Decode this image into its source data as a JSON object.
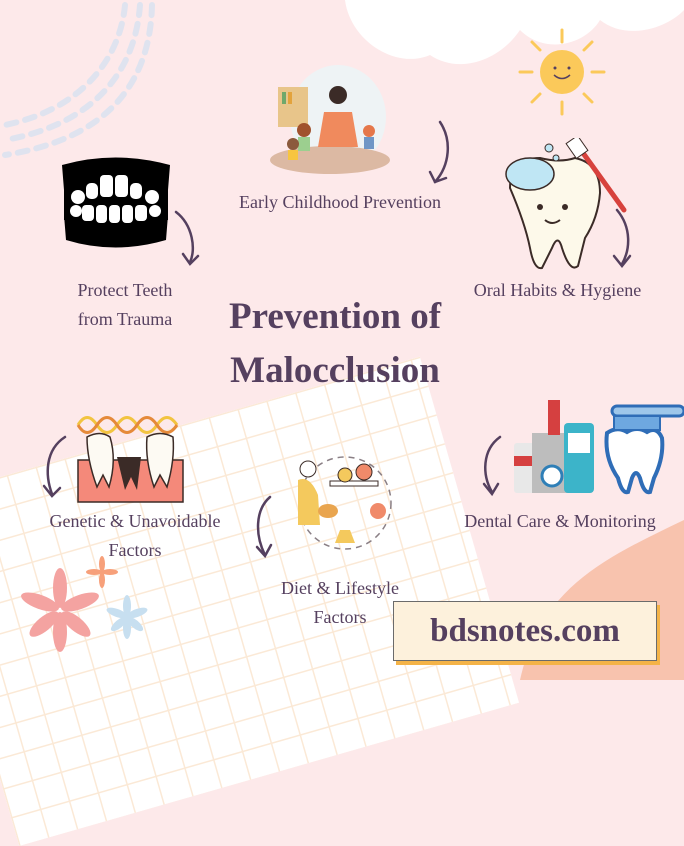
{
  "title": {
    "line1": "Prevention of",
    "line2": "Malocclusion"
  },
  "items": [
    {
      "label": "Early Childhood Prevention",
      "icon": "teacher-children-icon"
    },
    {
      "label": "Oral Habits & Hygiene",
      "icon": "tooth-brushing-icon"
    },
    {
      "label": "Dental Care & Monitoring",
      "icon": "dental-products-icon"
    },
    {
      "label_line1": "Diet & Lifestyle",
      "label_line2": "Factors",
      "icon": "diet-scale-icon"
    },
    {
      "label_line1": "Genetic & Unavoidable",
      "label_line2": "Factors",
      "icon": "dna-teeth-icon"
    },
    {
      "label_line1": "Protect Teeth",
      "label_line2": "from Trauma",
      "icon": "denture-icon"
    }
  ],
  "brand": {
    "text": "bdsnotes.com"
  },
  "colors": {
    "background": "#fde9ea",
    "text": "#55405f",
    "accent_peach": "#f8c3ae",
    "brand_bg": "#fdf1dc",
    "brand_shadow": "#f4b347",
    "sun": "#fbc95a"
  }
}
